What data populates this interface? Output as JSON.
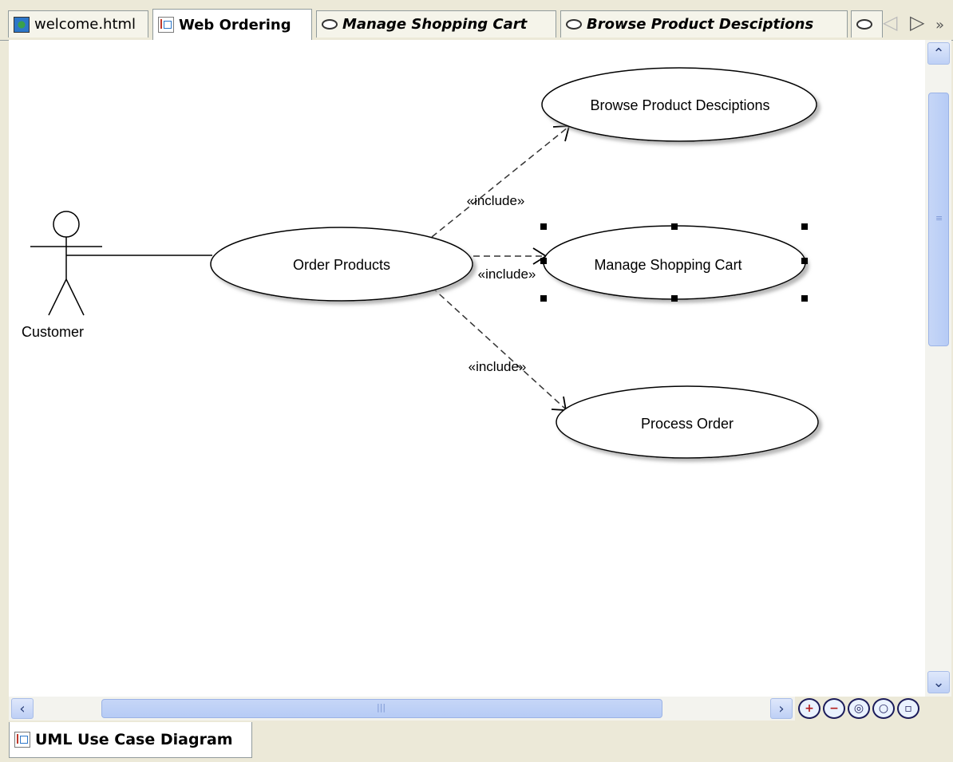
{
  "tabs": [
    {
      "label": "welcome.html",
      "icon": "globe-icon",
      "active": false
    },
    {
      "label": "Web Ordering",
      "icon": "use-case-diagram-icon",
      "active": true
    },
    {
      "label": "Manage Shopping Cart",
      "icon": "use-case-oval-icon",
      "active": false
    },
    {
      "label": "Browse Product Desciptions",
      "icon": "use-case-oval-icon",
      "active": false
    }
  ],
  "diagram": {
    "actor": {
      "name": "Customer"
    },
    "use_cases": {
      "order_products": "Order Products",
      "browse": "Browse Product Desciptions",
      "manage_cart": "Manage Shopping Cart",
      "process_order": "Process Order"
    },
    "relations": {
      "include_browse": "«include»",
      "include_cart": "«include»",
      "include_process": "«include»"
    },
    "selected": "Manage Shopping Cart"
  },
  "bottom_tab": {
    "label": "UML Use Case Diagram",
    "icon": "use-case-diagram-icon"
  },
  "zoom_buttons": [
    "zoom-in-icon",
    "zoom-out-icon",
    "zoom-fit-icon",
    "zoom-reset-icon",
    "zoom-select-icon"
  ],
  "colors": {
    "accent": "#b6cbf5",
    "selection": "#000000",
    "canvas": "#ffffff"
  }
}
